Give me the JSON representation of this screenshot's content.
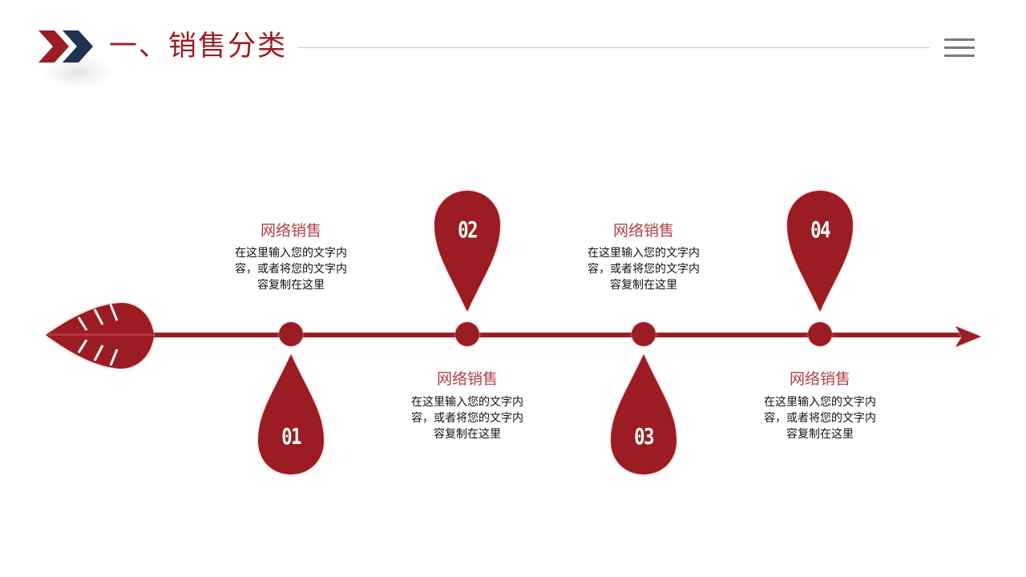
{
  "header": {
    "title": "一、销售分类",
    "logo_icon": "double-chevron-right-icon",
    "menu_icon": "hamburger-menu-icon"
  },
  "colors": {
    "accent_red": "#9b1c22",
    "accent_navy": "#1f3350",
    "heading_text": "#b24048",
    "body_text": "#111111",
    "rule": "#c8c8c8",
    "menu": "#7a7a7a"
  },
  "timeline": {
    "arrow_tail_icon": "leaf-feather-icon",
    "arrow_head_icon": "arrow-head-icon",
    "items": [
      {
        "number": "01",
        "heading": "网络销售",
        "text": "在这里输入您的文字内容，或者将您的文字内容复制在这里",
        "line1": "在这里输入您的文字内",
        "line2": "容，或者将您的文字内",
        "line3": "容复制在这里",
        "pin_position": "below"
      },
      {
        "number": "02",
        "heading": "网络销售",
        "text": "在这里输入您的文字内容，或者将您的文字内容复制在这里",
        "line1": "在这里输入您的文字内",
        "line2": "容，或者将您的文字内",
        "line3": "容复制在这里",
        "pin_position": "above"
      },
      {
        "number": "03",
        "heading": "网络销售",
        "text": "在这里输入您的文字内容，或者将您的文字内容复制在这里",
        "line1": "在这里输入您的文字内",
        "line2": "容，或者将您的文字内",
        "line3": "容复制在这里",
        "pin_position": "below"
      },
      {
        "number": "04",
        "heading": "网络销售",
        "text": "在这里输入您的文字内容，或者将您的文字内容复制在这里",
        "line1": "在这里输入您的文字内",
        "line2": "容，或者将您的文字内",
        "line3": "容复制在这里",
        "pin_position": "above"
      }
    ]
  }
}
